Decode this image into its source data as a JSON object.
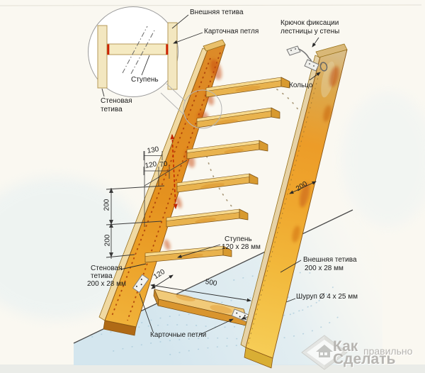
{
  "inset": {
    "outer_string": "Внешняя тетива",
    "card_hinge": "Карточная петля",
    "step": "Ступень",
    "wall_string_line1": "Стеновая",
    "wall_string_line2": "тетива"
  },
  "top_right": {
    "hook_line1": "Крючок фиксации",
    "hook_line2": "лестницы у стены",
    "ring": "Кольцо"
  },
  "dims": {
    "d130": "130",
    "d120": "120",
    "d70": "70",
    "rise1": "200",
    "rise2": "200",
    "outer_width": "200",
    "step_width": "120",
    "step_length": "500"
  },
  "specs": {
    "step_line1": "Ступень",
    "step_line2": "120 х 28 мм",
    "wall_line1": "Стеновая",
    "wall_line2": "тетива",
    "wall_line3": "200 х 28 мм",
    "outer_line1": "Внешняя тетива",
    "outer_line2": "200 х 28 мм",
    "screw": "Шуруп Ø 4 х 25 мм",
    "hinges": "Карточные петли"
  },
  "watermark": {
    "word1": "Как",
    "word2": "правильно",
    "word3": "Сделать"
  },
  "colors": {
    "wood_orange": "#e8941f",
    "wood_light": "#f3cf7a",
    "hinge_red": "#cc2200",
    "floor_blue": "#d8e9f1",
    "watermark_gray": "#b7b5b1",
    "line_dark": "#333333"
  }
}
